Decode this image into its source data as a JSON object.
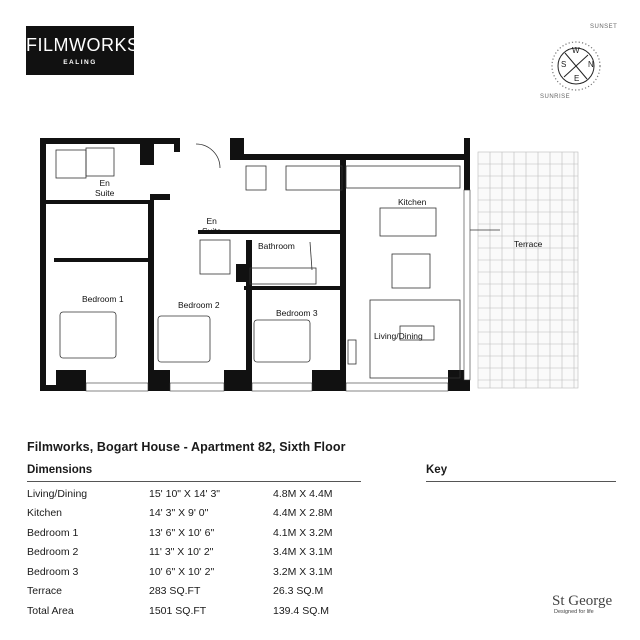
{
  "brand": {
    "name": "FILMWORKS",
    "location": "EALING"
  },
  "compass": {
    "sunset": "SUNSET",
    "sunrise": "SUNRISE",
    "north": "N",
    "south": "S",
    "east": "E",
    "west": "W"
  },
  "rooms": {
    "en_suite_1": "En\nSuite",
    "en_suite_2": "En\nSuite",
    "bathroom": "Bathroom",
    "kitchen": "Kitchen",
    "terrace": "Terrace",
    "bedroom_1": "Bedroom 1",
    "bedroom_2": "Bedroom 2",
    "bedroom_3": "Bedroom 3",
    "living_dining": "Living/Dining"
  },
  "title": "Filmworks, Bogart House - Apartment 82, Sixth Floor",
  "dimensions_header": "Dimensions",
  "key_header": "Key",
  "dimensions": [
    {
      "room": "Living/Dining",
      "imperial": "15' 10\" X 14' 3\"",
      "metric": "4.8M X 4.4M"
    },
    {
      "room": "Kitchen",
      "imperial": "14' 3\" X 9' 0\"",
      "metric": "4.4M X 2.8M"
    },
    {
      "room": "Bedroom 1",
      "imperial": "13' 6\" X 10' 6\"",
      "metric": "4.1M X 3.2M"
    },
    {
      "room": "Bedroom 2",
      "imperial": "11' 3\" X 10' 2\"",
      "metric": "3.4M X 3.1M"
    },
    {
      "room": "Bedroom 3",
      "imperial": "10' 6\" X 10' 2\"",
      "metric": "3.2M X 3.1M"
    },
    {
      "room": "Terrace",
      "imperial": "283 SQ.FT",
      "metric": "26.3 SQ.M"
    },
    {
      "room": "Total Area",
      "imperial": "1501 SQ.FT",
      "metric": "139.4 SQ.M"
    }
  ],
  "developer": {
    "name": "St George",
    "tagline": "Designed for life"
  }
}
